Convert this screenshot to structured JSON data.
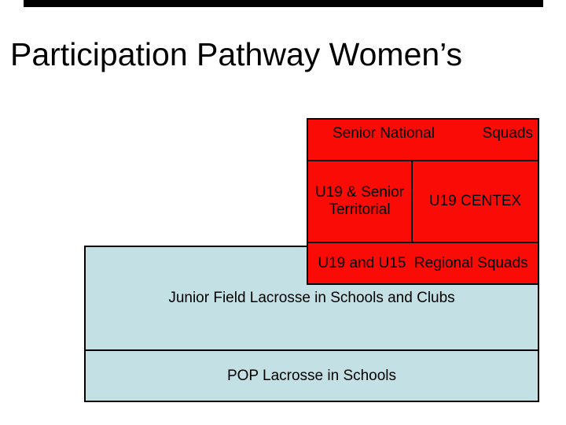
{
  "slide": {
    "title": "Participation Pathway Women’s"
  },
  "diagram": {
    "senior_national": "Senior National",
    "squads": "Squads",
    "territorial_line1": "U19 & Senior",
    "territorial_line2": "Territorial",
    "centex": "U19 CENTEX",
    "regional_squads": "U19 and U15  Regional Squads",
    "junior_field": "Junior Field Lacrosse in Schools and Clubs",
    "pop_lacrosse": "POP Lacrosse in Schools"
  },
  "colors": {
    "red": "#fa0b06",
    "light_blue": "#c3e0e5",
    "border": "#000000"
  }
}
